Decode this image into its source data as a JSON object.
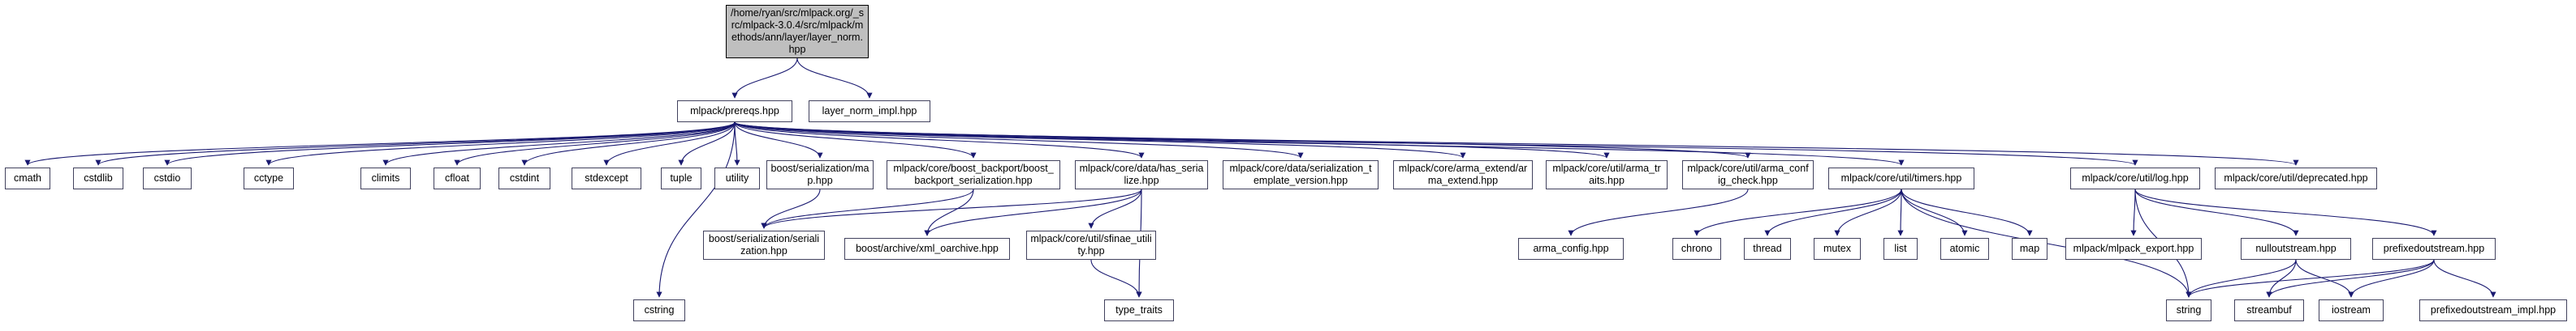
{
  "diagram": {
    "type": "include-dependency-graph",
    "tool": "doxygen-style include graph"
  },
  "colors": {
    "edge": "#191970",
    "node_border": "#42425e",
    "node_fill": "#ffffff",
    "root_fill": "#bfbfbf",
    "text": "#000000"
  },
  "nodes": {
    "root": {
      "label": "/home/ryan/src/mlpack.org/_src/mlpack-3.0.4/src/mlpack/methods/ann/layer/layer_norm.hpp"
    },
    "prereqs": {
      "label": "mlpack/prereqs.hpp"
    },
    "impl": {
      "label": "layer_norm_impl.hpp"
    },
    "cmath": {
      "label": "cmath"
    },
    "cstdlib": {
      "label": "cstdlib"
    },
    "cstdio": {
      "label": "cstdio"
    },
    "cctype": {
      "label": "cctype"
    },
    "climits": {
      "label": "climits"
    },
    "cfloat": {
      "label": "cfloat"
    },
    "cstdint": {
      "label": "cstdint"
    },
    "stdexcept": {
      "label": "stdexcept"
    },
    "tuple": {
      "label": "tuple"
    },
    "utility": {
      "label": "utility"
    },
    "boost_ser_map": {
      "label": "boost/serialization/map.hpp"
    },
    "boost_backport": {
      "label": "mlpack/core/boost_backport/boost_backport_serialization.hpp"
    },
    "has_serialize": {
      "label": "mlpack/core/data/has_serialize.hpp"
    },
    "ser_tpl_version": {
      "label": "mlpack/core/data/serialization_template_version.hpp"
    },
    "arma_extend": {
      "label": "mlpack/core/arma_extend/arma_extend.hpp"
    },
    "arma_traits": {
      "label": "mlpack/core/util/arma_traits.hpp"
    },
    "arma_config_check": {
      "label": "mlpack/core/util/arma_config_check.hpp"
    },
    "timers": {
      "label": "mlpack/core/util/timers.hpp"
    },
    "log": {
      "label": "mlpack/core/util/log.hpp"
    },
    "deprecated": {
      "label": "mlpack/core/util/deprecated.hpp"
    },
    "boost_serialization": {
      "label": "boost/serialization/serialization.hpp"
    },
    "xml_oarchive": {
      "label": "boost/archive/xml_oarchive.hpp"
    },
    "sfinae": {
      "label": "mlpack/core/util/sfinae_utility.hpp"
    },
    "arma_config": {
      "label": "arma_config.hpp"
    },
    "chrono": {
      "label": "chrono"
    },
    "thread": {
      "label": "thread"
    },
    "mutex": {
      "label": "mutex"
    },
    "list": {
      "label": "list"
    },
    "atomic": {
      "label": "atomic"
    },
    "map": {
      "label": "map"
    },
    "mlpack_export": {
      "label": "mlpack/mlpack_export.hpp"
    },
    "nulloutstream": {
      "label": "nulloutstream.hpp"
    },
    "prefixedoutstream": {
      "label": "prefixedoutstream.hpp"
    },
    "cstring": {
      "label": "cstring"
    },
    "type_traits": {
      "label": "type_traits"
    },
    "string": {
      "label": "string"
    },
    "streambuf": {
      "label": "streambuf"
    },
    "iostream": {
      "label": "iostream"
    },
    "prefixed_impl": {
      "label": "prefixedoutstream_impl.hpp"
    }
  },
  "edges": [
    [
      "root",
      "prereqs"
    ],
    [
      "root",
      "impl"
    ],
    [
      "prereqs",
      "cmath"
    ],
    [
      "prereqs",
      "cstdlib"
    ],
    [
      "prereqs",
      "cstdio"
    ],
    [
      "prereqs",
      "cctype"
    ],
    [
      "prereqs",
      "climits"
    ],
    [
      "prereqs",
      "cfloat"
    ],
    [
      "prereqs",
      "cstdint"
    ],
    [
      "prereqs",
      "stdexcept"
    ],
    [
      "prereqs",
      "tuple"
    ],
    [
      "prereqs",
      "utility"
    ],
    [
      "prereqs",
      "cstring"
    ],
    [
      "prereqs",
      "boost_ser_map"
    ],
    [
      "prereqs",
      "boost_backport"
    ],
    [
      "prereqs",
      "has_serialize"
    ],
    [
      "prereqs",
      "ser_tpl_version"
    ],
    [
      "prereqs",
      "arma_extend"
    ],
    [
      "prereqs",
      "arma_traits"
    ],
    [
      "prereqs",
      "arma_config_check"
    ],
    [
      "prereqs",
      "timers"
    ],
    [
      "prereqs",
      "log"
    ],
    [
      "prereqs",
      "deprecated"
    ],
    [
      "boost_ser_map",
      "boost_serialization"
    ],
    [
      "boost_backport",
      "boost_serialization"
    ],
    [
      "boost_backport",
      "xml_oarchive"
    ],
    [
      "has_serialize",
      "boost_serialization"
    ],
    [
      "has_serialize",
      "xml_oarchive"
    ],
    [
      "has_serialize",
      "sfinae"
    ],
    [
      "has_serialize",
      "type_traits"
    ],
    [
      "sfinae",
      "type_traits"
    ],
    [
      "arma_config_check",
      "arma_config"
    ],
    [
      "timers",
      "chrono"
    ],
    [
      "timers",
      "thread"
    ],
    [
      "timers",
      "mutex"
    ],
    [
      "timers",
      "list"
    ],
    [
      "timers",
      "atomic"
    ],
    [
      "timers",
      "map"
    ],
    [
      "timers",
      "string"
    ],
    [
      "log",
      "mlpack_export"
    ],
    [
      "log",
      "nulloutstream"
    ],
    [
      "log",
      "prefixedoutstream"
    ],
    [
      "log",
      "string"
    ],
    [
      "nulloutstream",
      "string"
    ],
    [
      "nulloutstream",
      "streambuf"
    ],
    [
      "nulloutstream",
      "iostream"
    ],
    [
      "prefixedoutstream",
      "string"
    ],
    [
      "prefixedoutstream",
      "streambuf"
    ],
    [
      "prefixedoutstream",
      "iostream"
    ],
    [
      "prefixedoutstream",
      "prefixed_impl"
    ]
  ]
}
